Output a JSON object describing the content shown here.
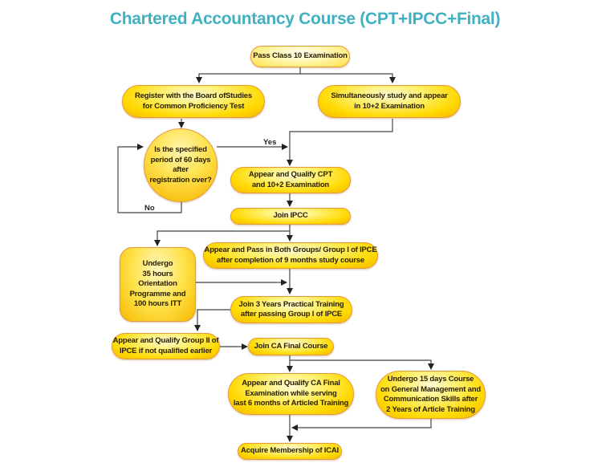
{
  "title": "Chartered Accountancy Course (CPT+IPCC+Final)",
  "colors": {
    "title": "#3fb1c1",
    "node_fill": "#ffd900",
    "node_border": "#e49a3a",
    "connector": "#333333"
  },
  "nodes": {
    "pass_class_10": "Pass Class 10 Examination",
    "register_board": "Register with the Board ofStudies\nfor Common Proficiency Test",
    "simultaneous_study": "Simultaneously study and appear\nin 10+2 Examination",
    "decision_60_days": "Is the specified\nperiod of 60 days\nafter\nregistration over?",
    "qualify_cpt": "Appear and Qualify CPT\nand 10+2 Examination",
    "join_ipcc": "Join IPCC",
    "pass_groups_ipce": "Appear and Pass in Both Groups/ Group I of IPCE\nafter completion of 9 months study course",
    "orientation": "Undergo\n35 hours\nOrientation\nProgramme and\n100 hours ITT",
    "practical_training": "Join 3 Years Practical Training\nafter passing Group I of IPCE",
    "qualify_group_2": "Appear and Qualify Group II of\nIPCE if not qualified earlier",
    "join_ca_final": "Join CA Final Course",
    "qualify_ca_final": "Appear and Qualify CA Final\nExamination while serving\nlast 6 months of Articled Training",
    "gmcs_course": "Undergo 15 days Course\non General Management and\nCommunication Skills after\n2 Years of Article Training",
    "membership": "Acquire Membership of ICAI"
  },
  "edge_labels": {
    "yes": "Yes",
    "no": "No"
  }
}
